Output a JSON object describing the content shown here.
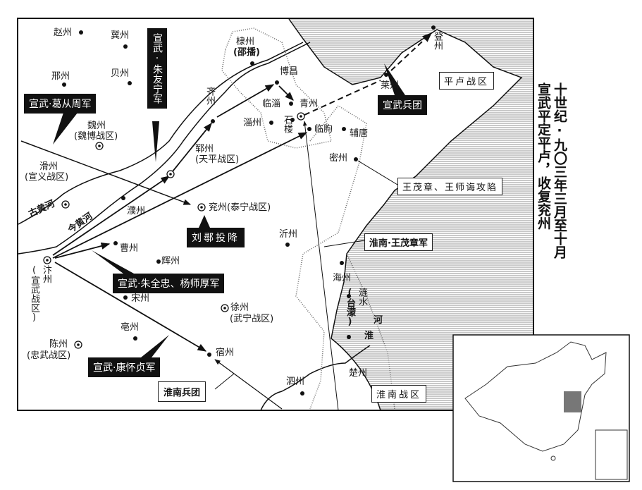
{
  "title": {
    "line1": "十世纪·九〇三年三月至十月",
    "line2": "宣武平定平卢，收复兖州"
  },
  "places": {
    "zhaozhou": "赵州",
    "jizhou": "冀州",
    "xingzhou": "邢州",
    "beizhou": "贝州",
    "weizhou": "魏州",
    "weizhou_sub": "(魏博战区)",
    "huazhou": "滑州",
    "huazhou_sub": "(宣义战区)",
    "puzhou": "濮州",
    "yunzhou": "郓州",
    "yunzhou_sub": "(天平战区)",
    "qizhou": "齐州",
    "dizhou": "棣州",
    "dizhou_sub": "(邵播)",
    "bochang": "博昌",
    "linzi": "临淄",
    "qingzhou": "青州",
    "zizhou": "淄州",
    "shilou": "石楼",
    "linqu": "临朐",
    "futang": "辅唐",
    "mizhou": "密州",
    "laizhou": "莱州",
    "dengzhou": "登州",
    "yanzhou": "兖州(泰宁战区)",
    "yizhou": "沂州",
    "bianzhou": "汴州",
    "bianzhou_sub": "(宣武战区)",
    "caozhou": "曹州",
    "huizhou": "辉州",
    "songzhou": "宋州",
    "xuzhou": "徐州",
    "xuzhou_sub": "(武宁战区)",
    "bozhou": "亳州",
    "chenzhou": "陈州",
    "chenzhou_sub": "(忠武战区)",
    "suzhou": "宿州",
    "sizhou": "泗州",
    "haizhou": "海州",
    "chuzhou": "楚州",
    "taimeng": "(台濛)",
    "lianshui": "涟水"
  },
  "rivers": {
    "old_yellow": "古黄河",
    "new_yellow": "今黄河",
    "huai": "淮",
    "he": "河"
  },
  "regions": {
    "pinglu": "平卢战区",
    "huainan": "淮南战区"
  },
  "armies": {
    "ge_congzhou": "宣武·葛从周军",
    "zhu_youning": "宣武·朱友宁军",
    "xuanwu_bingtuan": "宣武兵团",
    "liu_xun": "刘鄩投降",
    "zhu_quanzhong": "宣武·朱全忠、杨师厚军",
    "kang_huaizhen": "宣武·康怀贞军",
    "huainan_bingtuan": "淮南兵团",
    "wang_maozhang_capture": "王茂章、王师诲攻陷",
    "wang_maozhang_army": "淮南·王茂章军"
  },
  "colors": {
    "ink": "#111111",
    "highlight": "#777777"
  }
}
